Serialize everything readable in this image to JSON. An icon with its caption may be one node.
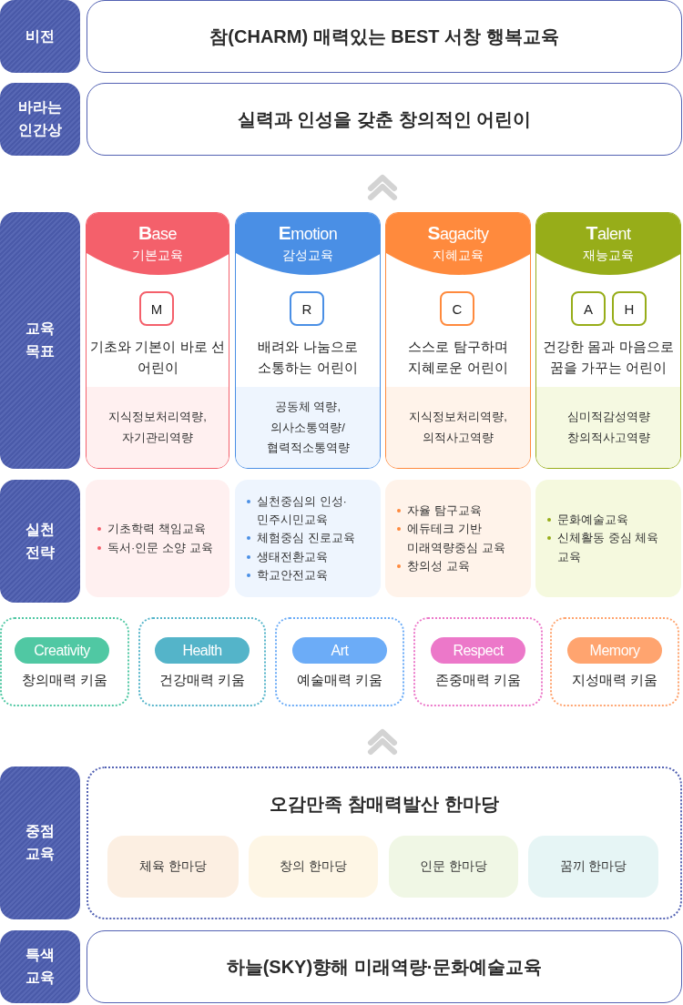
{
  "diagram": {
    "nodes": [
      {
        "text": [
          "비전"
        ]
      },
      {
        "text": [
          "참(CHARM) 매력있는 BEST 서창 행복교육"
        ]
      },
      {
        "text": [
          "바라는 인간상"
        ]
      },
      {
        "text": [
          "실력과 인성을 갖춘 창의적인 어린이"
        ]
      },
      {
        "text": [
          "교육 목표"
        ]
      },
      {
        "text": [
          "**B**ase",
          "기본교육",
          "기초와 기본이 바로 선 어린이"
        ]
      },
      {
        "text": [
          "M"
        ],
        "in": 5
      },
      {
        "text": [
          "지식정보처리역량, 자기관리역량"
        ],
        "in": 5
      },
      {
        "text": [
          "**E**motion",
          "감성교육",
          "배려와 나눔으로 소통하는 어린이"
        ]
      },
      {
        "text": [
          "R"
        ],
        "in": 8
      },
      {
        "text": [
          "공동체 역량, 의사소통역량/ 협력적소통역량"
        ],
        "in": 8
      },
      {
        "text": [
          "**S**agacity",
          "지혜교육",
          "스스로 탐구하며 지혜로운 어린이"
        ]
      },
      {
        "text": [
          "C"
        ],
        "in": 11
      },
      {
        "text": [
          "지식정보처리역량, 의적사고역량"
        ],
        "in": 11
      },
      {
        "text": [
          "**T**alent",
          "재능교육",
          "건강한 몸과 마음으로 꿈을 가꾸는 어린이"
        ]
      },
      {
        "text": [
          "A"
        ],
        "in": 14
      },
      {
        "text": [
          "H"
        ],
        "in": 14
      },
      {
        "text": [
          "심미적감성역량 창의적사고역량"
        ],
        "in": 14
      },
      {
        "text": [
          "실천 전략"
        ]
      },
      {
        "text": [
          "기초학력 책임교육",
          "독서·인문 소양 교육"
        ]
      },
      {
        "text": [
          "실천중심의 인성· 민주시민교육",
          "체험중심 진로교육",
          "생태전환교육",
          "학교안전교육"
        ]
      },
      {
        "text": [
          "자율 탐구교육",
          "에듀테크 기반 미래역량중심 교육",
          "창의성 교육"
        ]
      },
      {
        "text": [
          "문화예술교육",
          "신체활동 중심 체육 교육"
        ]
      },
      {
        "text": [
          "창의매력 키움"
        ]
      },
      {
        "text": [
          "Creativity"
        ],
        "in": 23
      },
      {
        "text": [
          "건강매력 키움"
        ]
      },
      {
        "text": [
          "Health"
        ],
        "in": 25
      },
      {
        "text": [
          "예술매력 키움"
        ]
      },
      {
        "text": [
          "Art"
        ],
        "in": 27
      },
      {
        "text": [
          "존중매력 키움"
        ]
      },
      {
        "text": [
          "Respect"
        ],
        "in": 29
      },
      {
        "text": [
          "지성매력 키움"
        ]
      },
      {
        "text": [
          "Memory"
        ],
        "in": 31
      },
      {
        "text": [
          "중점 교육"
        ]
      },
      {
        "text": [
          "오감만족 참매력발산 한마당"
        ]
      },
      {
        "text": [
          "체육 한마당"
        ],
        "in": 34
      },
      {
        "text": [
          "창의 한마당"
        ],
        "in": 34
      },
      {
        "text": [
          "인문 한마당"
        ],
        "in": 34
      },
      {
        "text": [
          "꿈끼 한마당"
        ],
        "in": 34
      },
      {
        "text": [
          "특색 교육"
        ]
      },
      {
        "text": [
          "하늘(SKY)향해 미래역량·문화예술교육"
        ]
      }
    ]
  }
}
